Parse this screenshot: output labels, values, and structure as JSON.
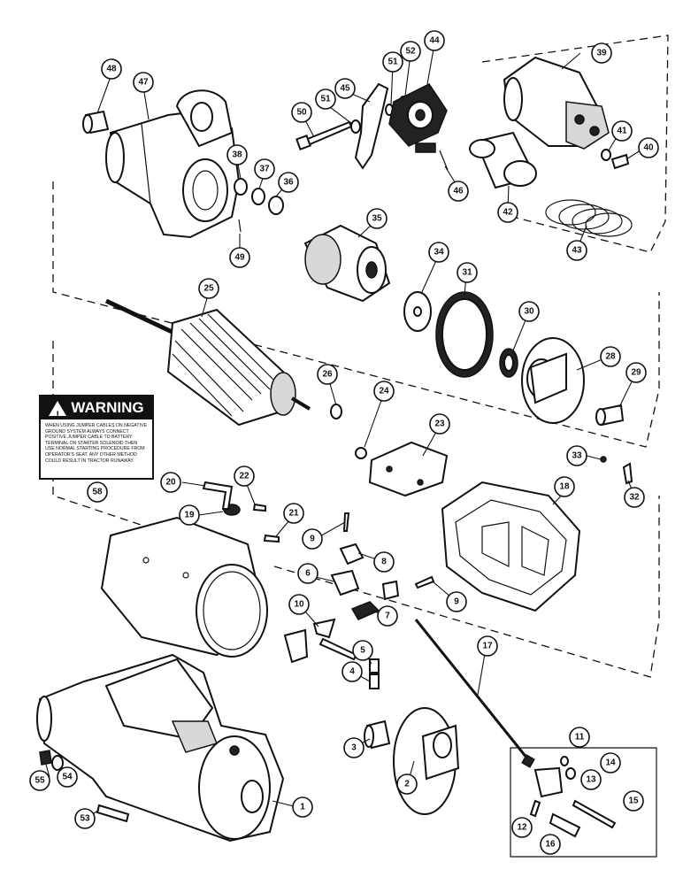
{
  "warning": {
    "title": "WARNING",
    "text": "When using jumper cables on negative ground system always connect positive jumper cable to battery terminal on starter solenoid then use normal starting procedure from operator's seat. Any other method could result in tractor runaway."
  },
  "callouts": [
    "1",
    "2",
    "3",
    "4",
    "5",
    "6",
    "7",
    "8",
    "9",
    "9",
    "10",
    "11",
    "12",
    "13",
    "14",
    "15",
    "16",
    "17",
    "18",
    "19",
    "20",
    "21",
    "22",
    "23",
    "24",
    "25",
    "26",
    "28",
    "29",
    "30",
    "31",
    "32",
    "33",
    "34",
    "35",
    "36",
    "37",
    "38",
    "39",
    "40",
    "41",
    "42",
    "43",
    "44",
    "45",
    "46",
    "47",
    "48",
    "49",
    "50",
    "51",
    "51",
    "52",
    "53",
    "54",
    "55",
    "58"
  ]
}
